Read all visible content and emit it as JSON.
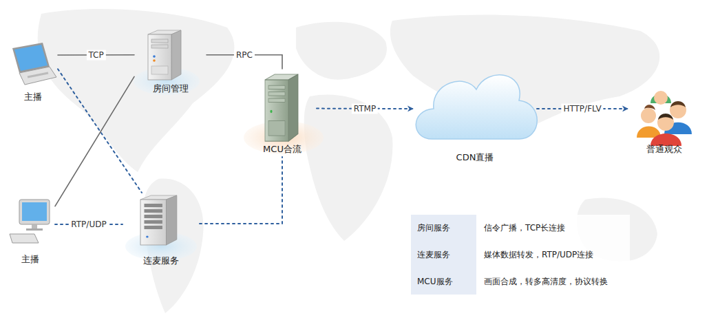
{
  "diagram": {
    "nodes": [
      {
        "text": [
          "主播"
        ]
      },
      {
        "text": [
          "房间管理"
        ]
      },
      {
        "text": [
          "MCU合流"
        ]
      },
      {
        "text": [
          "CDN直播"
        ]
      },
      {
        "text": [
          "普通观众"
        ]
      },
      {
        "text": [
          "主播"
        ]
      },
      {
        "text": [
          "连麦服务"
        ]
      }
    ],
    "edges": [
      {
        "from": 0,
        "to": 1,
        "label": "TCP",
        "arrow": "none"
      },
      {
        "from": 1,
        "to": 2,
        "label": "RPC",
        "arrow": "none"
      },
      {
        "from": 2,
        "to": 3,
        "label": "RTMP",
        "arrow": "to"
      },
      {
        "from": 3,
        "to": 4,
        "label": "HTTP/FLV",
        "arrow": "to"
      },
      {
        "from": 0,
        "to": 6,
        "arrow": "none"
      },
      {
        "from": 5,
        "to": 6,
        "label": "RTP/UDP",
        "arrow": "none"
      },
      {
        "from": 5,
        "to": 1,
        "arrow": "none"
      },
      {
        "from": 6,
        "to": 2,
        "arrow": "none"
      }
    ],
    "labels": [
      "房间服务",
      "信令广播，TCP长连接",
      "连麦服务",
      "媒体数据转发，RTP/UDP连接",
      "MCU服务",
      "画面合成，转多高清度，协议转换"
    ]
  }
}
